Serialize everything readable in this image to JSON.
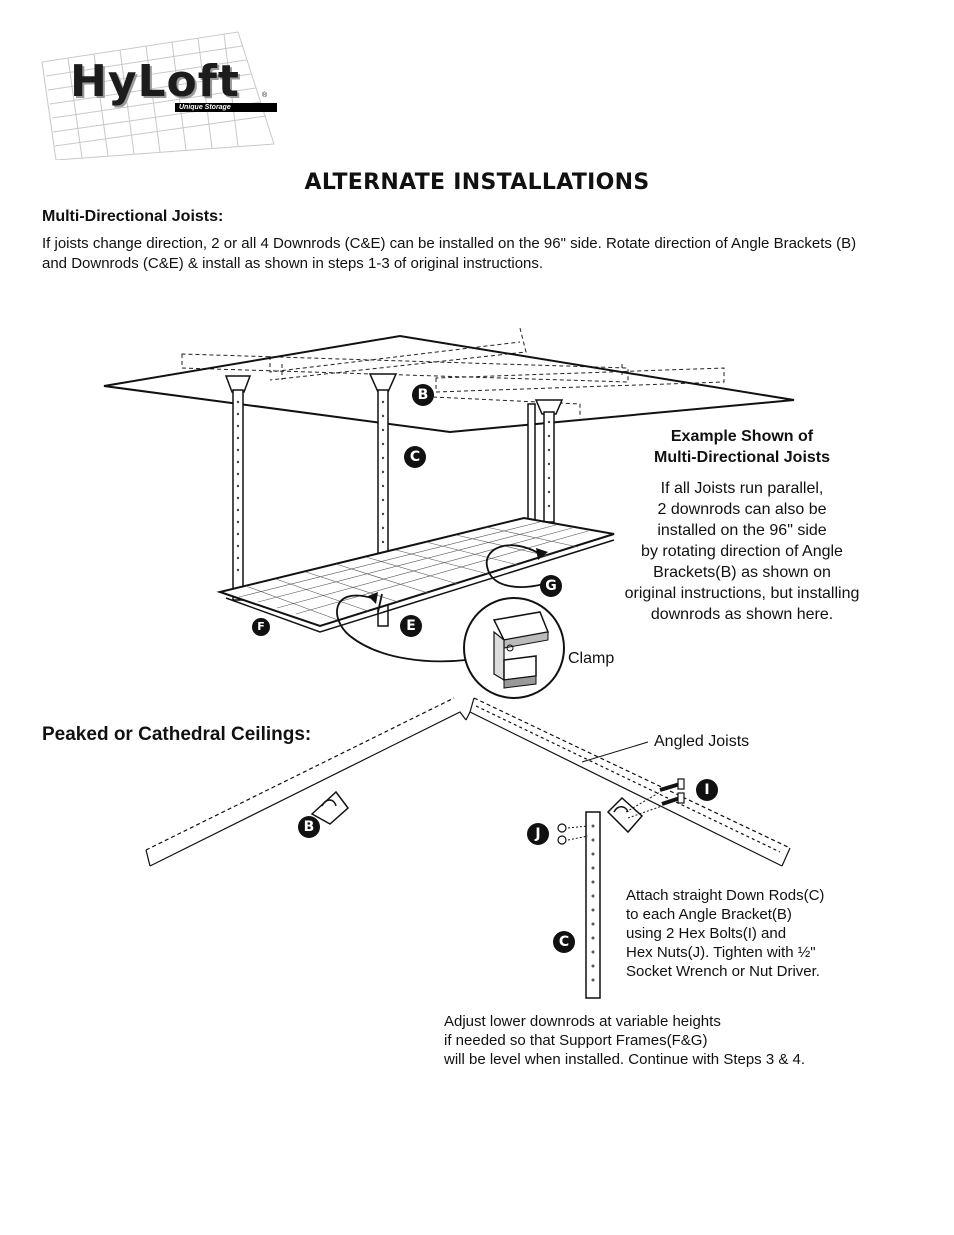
{
  "logo": {
    "word": "HyLoft",
    "registered": "®",
    "tagline": "Unique Storage"
  },
  "title": "ALTERNATE INSTALLATIONS",
  "multi": {
    "heading": "Multi-Directional Joists:",
    "paragraph": "If joists change direction, 2 or all 4 Downrods (C&E) can be installed on the 96\" side. Rotate direction of Angle Brackets (B) and Downrods (C&E) & install as shown in steps 1-3 of original instructions.",
    "example_heading_1": "Example Shown of",
    "example_heading_2": "Multi-Directional Joists",
    "example_lines": [
      "If all Joists run parallel,",
      "2 downrods can also be",
      "installed on the 96\" side",
      "by rotating direction of Angle",
      "Brackets(B) as shown on",
      "original instructions, but installing",
      "downrods as shown here."
    ],
    "clamp_label": "Clamp",
    "labels": {
      "b": "B",
      "c": "C",
      "e": "E",
      "f": "F",
      "g": "G"
    }
  },
  "peaked": {
    "heading": "Peaked or Cathedral Ceilings:",
    "angled_label": "Angled Joists",
    "labels": {
      "b": "B",
      "c": "C",
      "i": "I",
      "j": "J"
    },
    "attach_lines": [
      "Attach straight Down Rods(C)",
      "to each Angle Bracket(B)",
      "using 2 Hex Bolts(I) and",
      "Hex Nuts(J). Tighten with ½\"",
      "Socket Wrench or Nut Driver."
    ],
    "adjust_lines": [
      "Adjust lower downrods at variable heights",
      "if needed so that Support Frames(F&G)",
      "will be level when installed. Continue with Steps 3 & 4."
    ]
  }
}
